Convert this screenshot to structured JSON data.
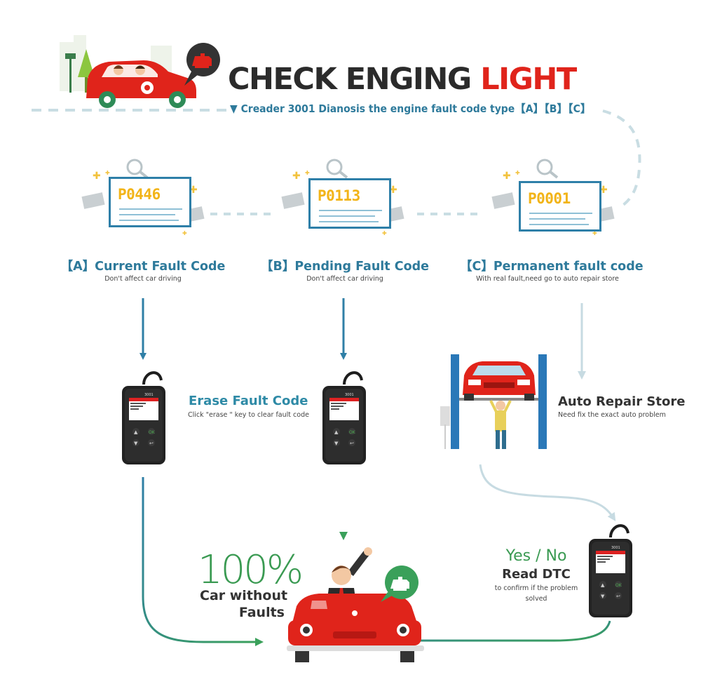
{
  "header": {
    "title_main": "CHECK ENGING ",
    "title_highlight": "LIGHT",
    "subtitle": "▼ Creader 3001 Dianosis the engine fault code type【A】【B】【C】"
  },
  "codes": [
    {
      "code": "P0446",
      "title": "【A】Current Fault Code",
      "desc": "Don't affect car driving"
    },
    {
      "code": "P0113",
      "title": "【B】Pending Fault Code",
      "desc": "Don't affect car driving"
    },
    {
      "code": "P0001",
      "title": "【C】Permanent fault code",
      "desc": "With real fault,need go to auto repair store"
    }
  ],
  "steps": {
    "erase": {
      "title": "Erase Fault Code",
      "desc": "Click \"erase \" key to clear fault code"
    },
    "repair": {
      "title": "Auto Repair Store",
      "desc": "Need fix the exact auto problem"
    },
    "read": {
      "yesno": "Yes / No",
      "title": "Read DTC",
      "desc_line1": "to confirm if the problem",
      "desc_line2": "solved"
    }
  },
  "result": {
    "percent": "100%",
    "line1": "Car without",
    "line2": "Faults"
  },
  "device": {
    "model": "3001"
  },
  "colors": {
    "accent_blue": "#2e7a9b",
    "accent_green": "#3a9a52",
    "red": "#e0241b",
    "code_yellow": "#f2b418"
  }
}
